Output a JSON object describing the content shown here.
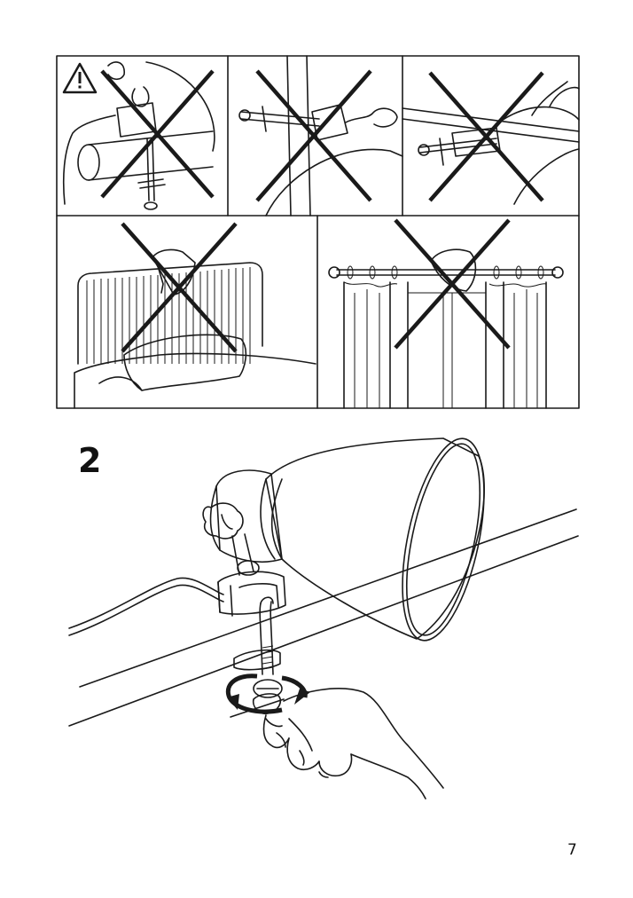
{
  "step": {
    "number": "2"
  },
  "page": {
    "number": "7"
  },
  "icons": {
    "warning": "warning-triangle-icon",
    "prohibited": "cross-out-icon",
    "rotate": "rotate-arrows-icon"
  },
  "prohibited_panels": [
    {
      "name": "panel-clamp-on-pipe"
    },
    {
      "name": "panel-clamp-on-wall-edge"
    },
    {
      "name": "panel-clamp-under-shelf"
    },
    {
      "name": "panel-clamp-on-bed-headboard"
    },
    {
      "name": "panel-clamp-on-curtain-rod"
    }
  ]
}
